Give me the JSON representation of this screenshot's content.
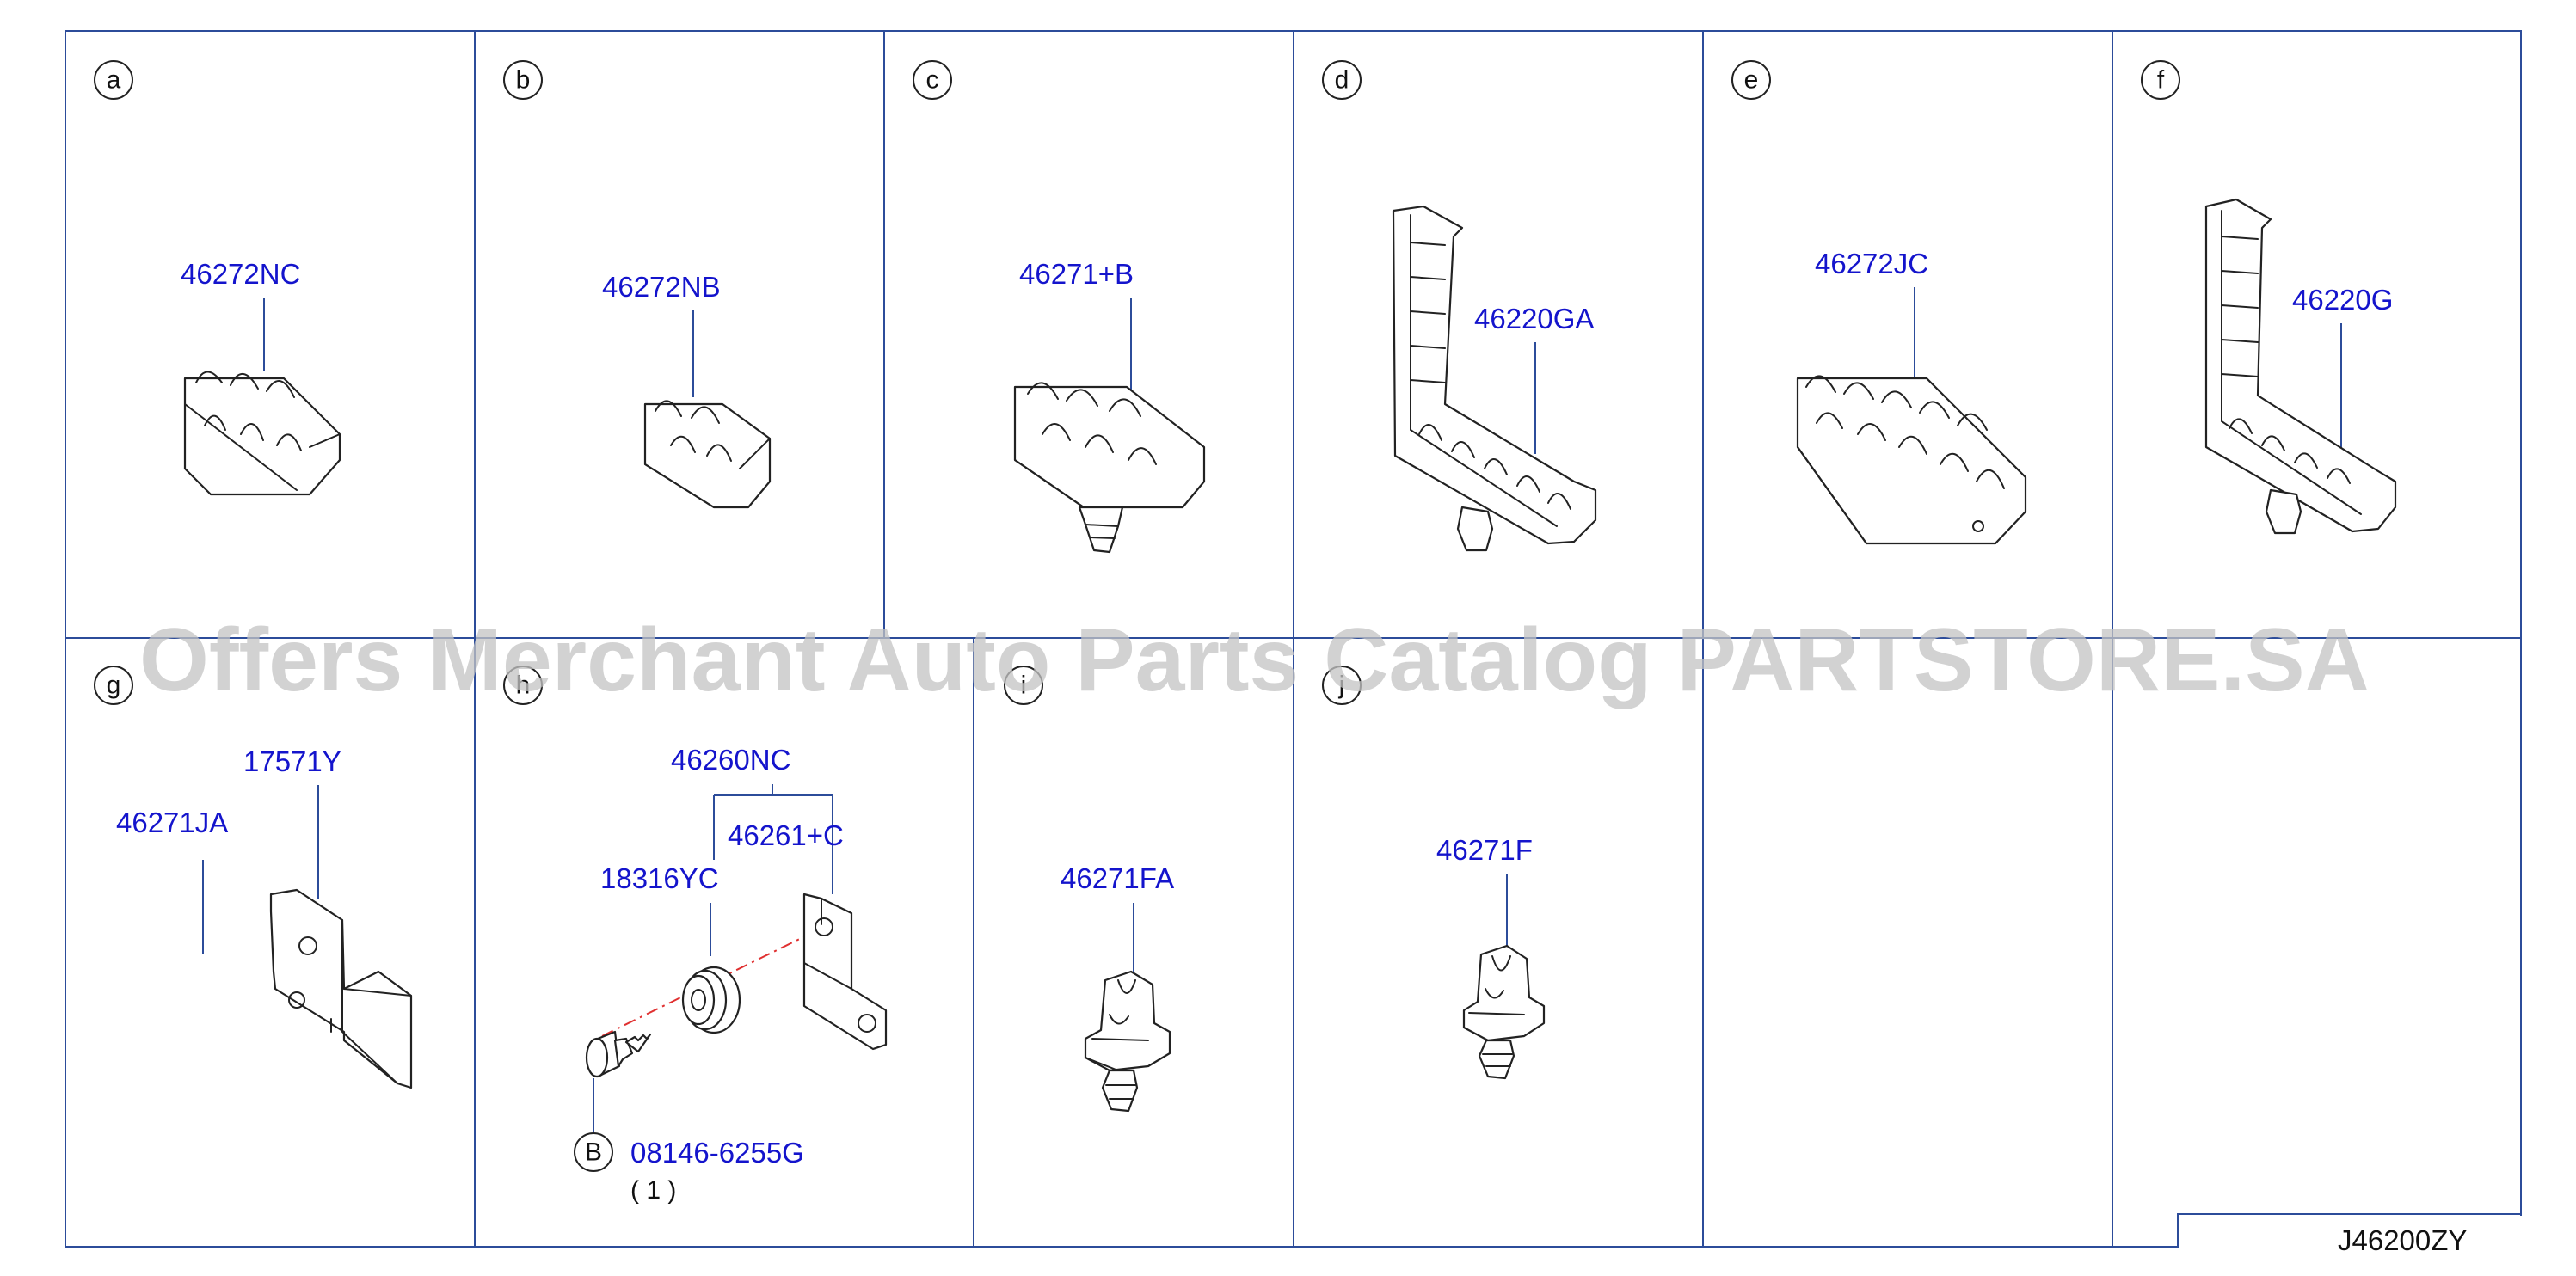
{
  "panels": [
    {
      "letter": "a",
      "parts": [
        "46272NC"
      ]
    },
    {
      "letter": "b",
      "parts": [
        "46272NB"
      ]
    },
    {
      "letter": "c",
      "parts": [
        "46271+B"
      ]
    },
    {
      "letter": "d",
      "parts": [
        "46220GA"
      ]
    },
    {
      "letter": "e",
      "parts": [
        "46272JC"
      ]
    },
    {
      "letter": "f",
      "parts": [
        "46220G"
      ]
    },
    {
      "letter": "g",
      "parts": [
        "17571Y",
        "46271JA"
      ]
    },
    {
      "letter": "h",
      "parts": [
        "46260NC",
        "46261+C",
        "18316YC",
        "08146-6255G"
      ],
      "bolt_marker": "B",
      "bolt_qty": "( 1 )"
    },
    {
      "letter": "i",
      "parts": [
        "46271FA"
      ]
    },
    {
      "letter": "j",
      "parts": [
        "46271F"
      ]
    }
  ],
  "diagram_ref": "J46200ZY",
  "watermark": "Offers Merchant Auto Parts Catalog PARTSTORE.SA"
}
